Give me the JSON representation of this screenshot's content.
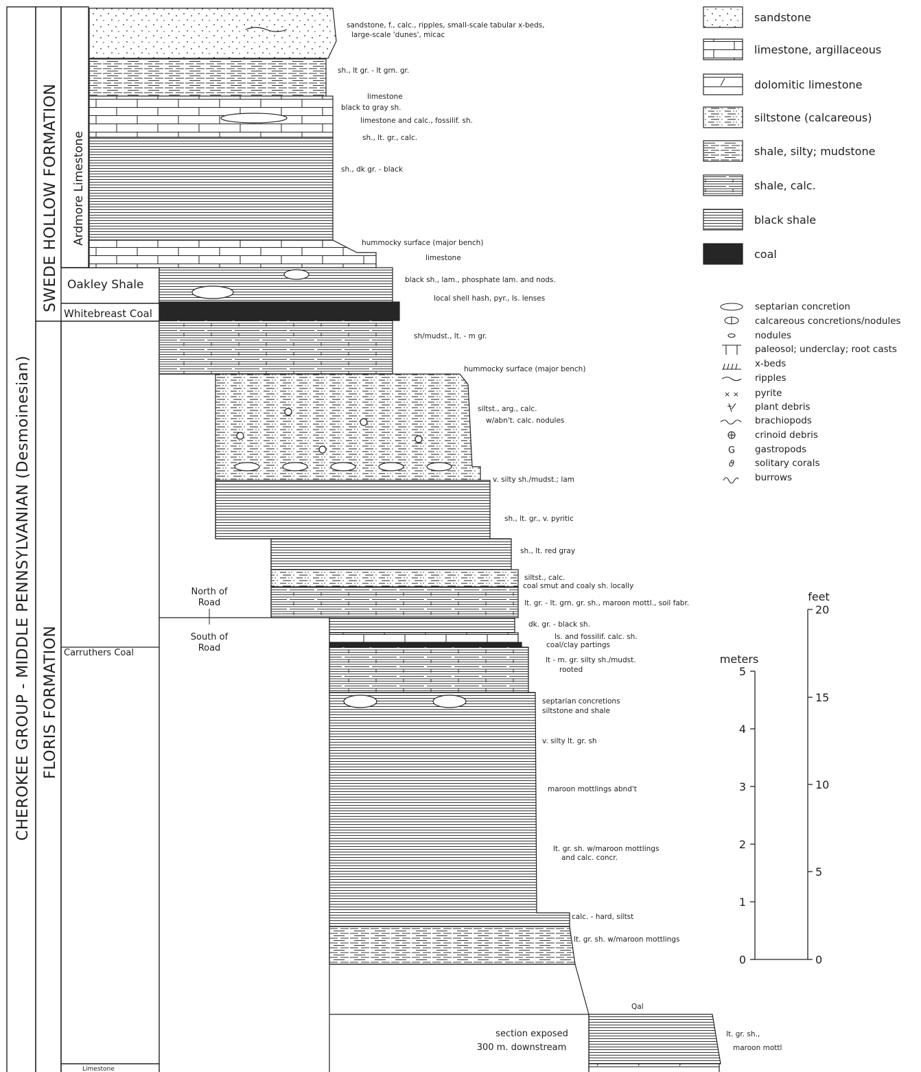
{
  "columns": {
    "group": "CHEROKEE GROUP - MIDDLE PENNSYLVANIAN (Desmoinesian)",
    "formation_upper": "SWEDE HOLLOW FORMATION",
    "formation_lower": "FLORIS FORMATION",
    "members": {
      "ardmore": "Ardmore Limestone",
      "oakley": "Oakley Shale",
      "whitebreast": "Whitebreast Coal",
      "carruthers": "Carruthers Coal",
      "limestone_bottom": "Limestone"
    }
  },
  "road_labels": {
    "north": [
      "North of",
      "Road"
    ],
    "south": [
      "South of",
      "Road"
    ]
  },
  "section_note": [
    "section exposed",
    "300 m. downstream"
  ],
  "descriptions": [
    "sandstone, f., calc., ripples, small-scale tabular x-beds,",
    "large-scale 'dunes', micac",
    "sh., lt gr. - lt grn. gr.",
    "limestone",
    "black to gray sh.",
    "limestone and calc., fossilif. sh.",
    "sh., lt. gr., calc.",
    "sh., dk gr. - black",
    "hummocky surface (major bench)",
    "limestone",
    "black sh., lam., phosphate lam. and nods.",
    "local shell hash, pyr., ls. lenses",
    "sh/mudst., lt. - m gr.",
    "hummocky surface (major bench)",
    "siltst., arg., calc.",
    "w/abn't. calc. nodules",
    "v. silty sh./mudst.; lam",
    "sh., lt. gr., v. pyritic",
    "sh., lt. red gray",
    "siltst., calc.",
    "coal smut and coaly sh. locally",
    "lt. gr. - lt. grn. gr. sh., maroon mottl., soil fabr.",
    "dk. gr. - black sh.",
    "ls. and fossilif. calc. sh.",
    "coal/clay partings",
    "lt - m. gr. silty sh./mudst.",
    "rooted",
    "septarian concretions",
    "siltstone and shale",
    "v. silty lt. gr. sh",
    "maroon mottlings abnd't",
    "lt. gr. sh. w/maroon mottlings",
    "and calc. concr.",
    "calc. - hard, siltst",
    "lt. gr. sh. w/maroon mottlings",
    "Qal",
    "lt. gr. sh.,",
    "maroon mottl"
  ],
  "legend": [
    {
      "label": "sandstone",
      "pattern": "sandstone"
    },
    {
      "label": "limestone, argillaceous",
      "pattern": "limestone"
    },
    {
      "label": "dolomitic limestone",
      "pattern": "dolomitic"
    },
    {
      "label": "siltstone (calcareous)",
      "pattern": "siltstone"
    },
    {
      "label": "shale, silty; mudstone",
      "pattern": "silty-shale"
    },
    {
      "label": "shale, calc.",
      "pattern": "calc-shale"
    },
    {
      "label": "black shale",
      "pattern": "black-shale"
    },
    {
      "label": "coal",
      "pattern": "coal"
    }
  ],
  "symbols": [
    {
      "label": "septarian concretion",
      "icon": "septarian-icon"
    },
    {
      "label": "calcareous concretions/nodules",
      "icon": "concretion-icon"
    },
    {
      "label": "nodules",
      "icon": "nodule-icon"
    },
    {
      "label": "paleosol; underclay; root casts",
      "icon": "paleosol-icon"
    },
    {
      "label": "x-beds",
      "icon": "xbeds-icon"
    },
    {
      "label": "ripples",
      "icon": "ripples-icon"
    },
    {
      "label": "pyrite",
      "icon": "pyrite-icon"
    },
    {
      "label": "plant debris",
      "icon": "plant-icon"
    },
    {
      "label": "brachiopods",
      "icon": "brachiopod-icon"
    },
    {
      "label": "crinoid debris",
      "icon": "crinoid-icon"
    },
    {
      "label": "gastropods",
      "icon": "gastropod-icon"
    },
    {
      "label": "solitary corals",
      "icon": "coral-icon"
    },
    {
      "label": "burrows",
      "icon": "burrow-icon"
    }
  ],
  "scale": {
    "meters_label": "meters",
    "feet_label": "feet",
    "meters_ticks": [
      "0",
      "1",
      "2",
      "3",
      "4",
      "5"
    ],
    "feet_ticks": [
      "0",
      "5",
      "10",
      "15",
      "20"
    ]
  }
}
